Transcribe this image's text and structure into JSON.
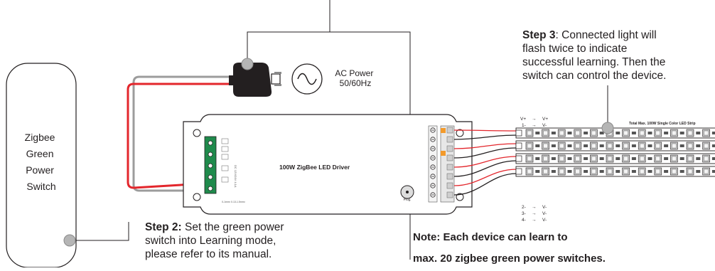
{
  "switch_device": {
    "label_lines": [
      "Zigbee",
      "Green",
      "Power",
      "Switch"
    ]
  },
  "ac_power": {
    "label_lines": [
      "AC Power",
      "50/60Hz"
    ]
  },
  "driver": {
    "label": "100W ZigBee LED Driver",
    "prog_label": "Prog.",
    "rating_text": "DC 12V/24V 4.1A",
    "input_text": "0-1mm² 0.13-1.5mm²"
  },
  "led_strip": {
    "label": "Total Max. 100W Single Color LED Strip",
    "wiring_top": [
      "V+",
      "V+",
      "1-",
      "V-"
    ],
    "wiring_bottom": [
      "2-",
      "V-",
      "3-",
      "V-",
      "4-",
      "V-"
    ]
  },
  "step2": {
    "title": "Step 2:",
    "lines": [
      " Set the green power",
      "switch into Learning mode,",
      "please refer to its manual."
    ]
  },
  "step3": {
    "title": "Step 3",
    "lines": [
      ": Connected light will",
      "flash twice to indicate",
      "successful learning. Then the",
      "switch can control the device."
    ]
  },
  "note": {
    "lines": [
      "Note: Each device can learn to",
      "max. 20 zigbee green power switches."
    ]
  },
  "colors": {
    "wire_red": "#e3262c",
    "wire_gray": "#9c9c9c",
    "terminal_green": "#1f8a4c",
    "terminal_orange": "#f39a2b",
    "marker_gray": "#b5b5b5",
    "led_gray": "#c8c8c8"
  }
}
